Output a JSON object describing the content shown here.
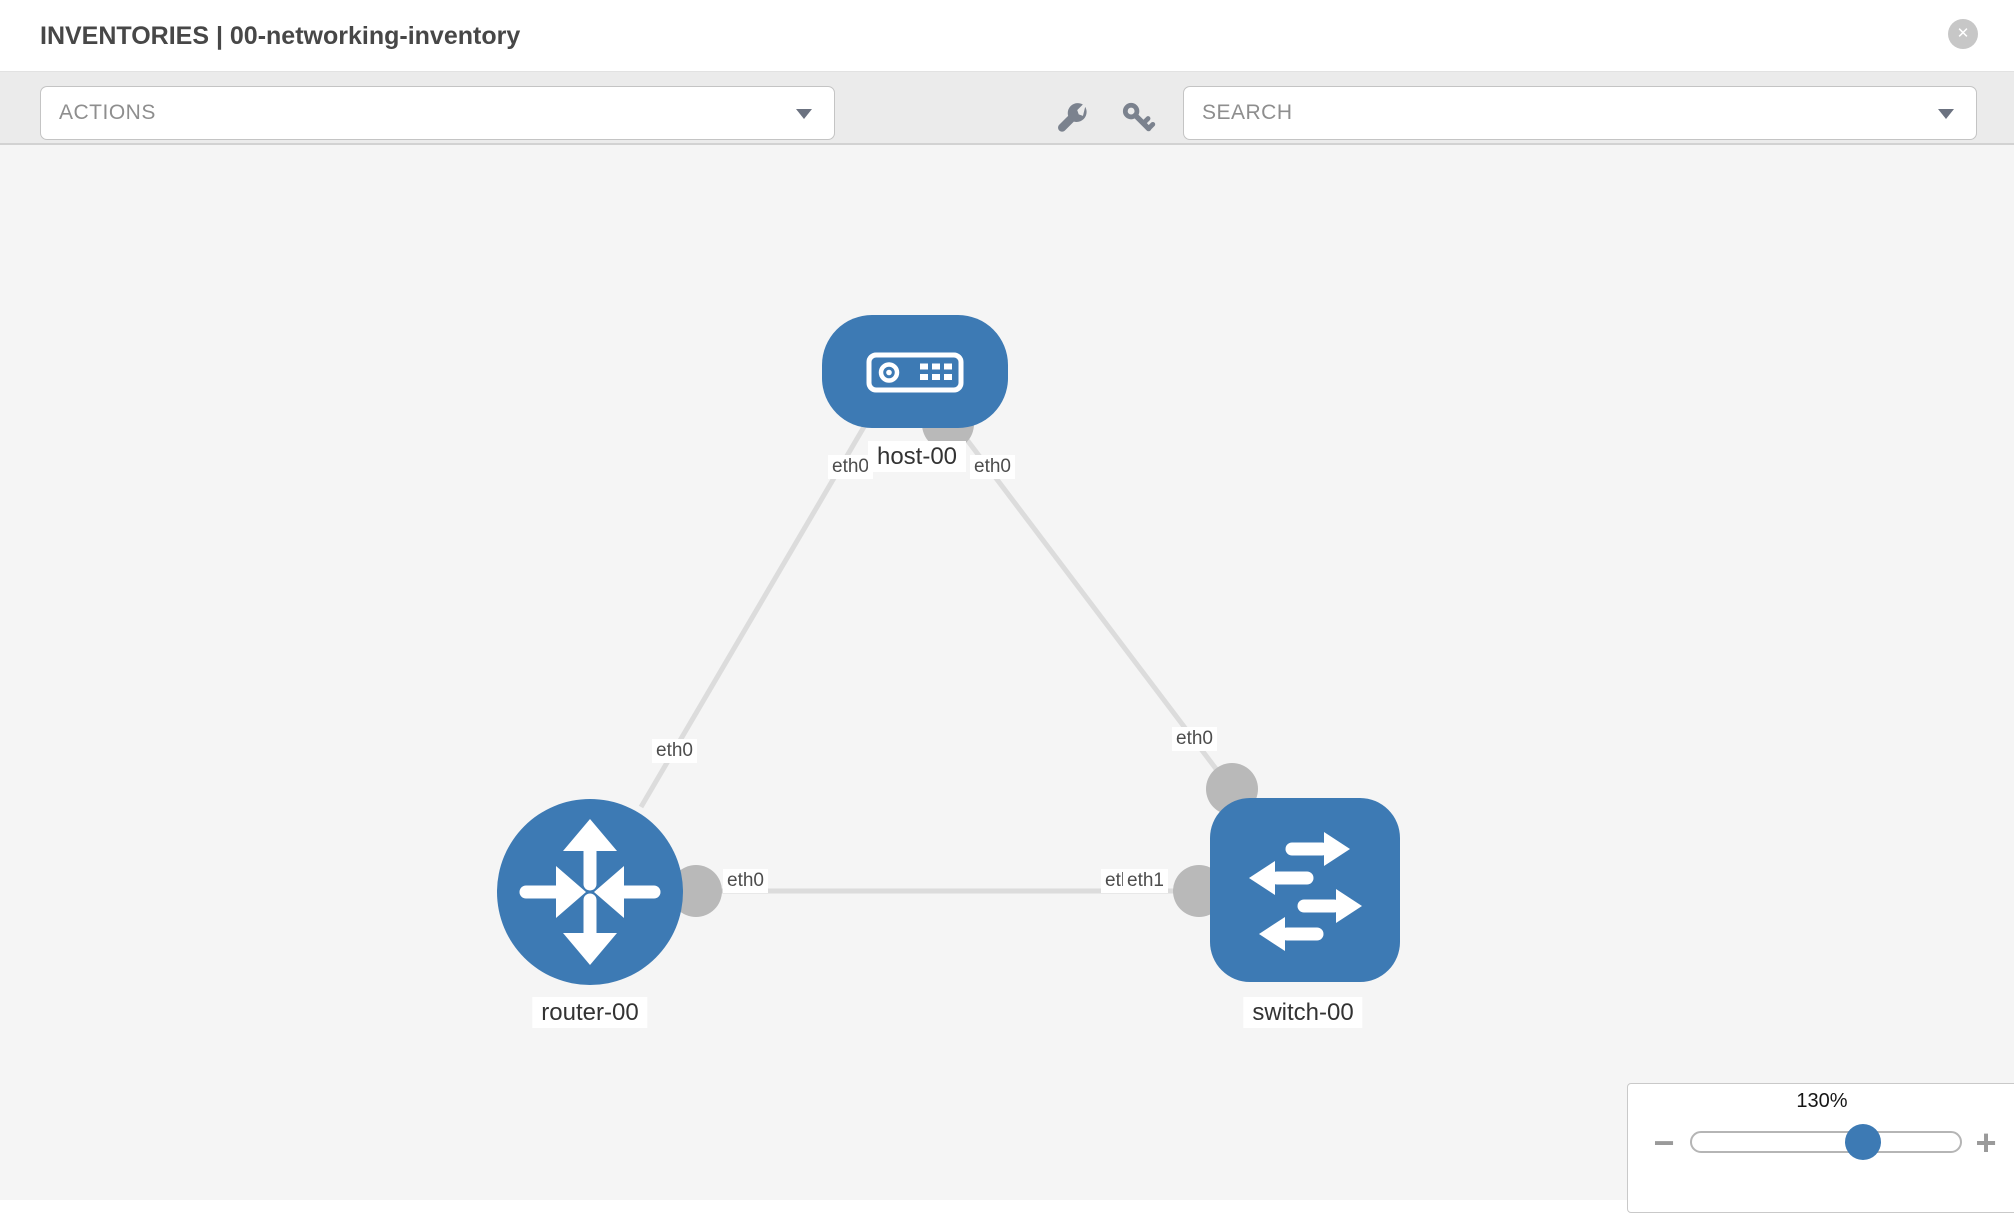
{
  "header": {
    "title": "INVENTORIES | 00-networking-inventory"
  },
  "toolbar": {
    "actions_dropdown": {
      "label": "ACTIONS"
    },
    "search_dropdown": {
      "placeholder": "SEARCH"
    }
  },
  "icons": {
    "close": "✕",
    "wrench": "wrench-icon",
    "key": "key-icon",
    "caret": "chevron-down",
    "minus": "−",
    "plus": "+"
  },
  "topology": {
    "nodes": [
      {
        "name": "host-00",
        "type": "host"
      },
      {
        "name": "router-00",
        "type": "router"
      },
      {
        "name": "switch-00",
        "type": "switch"
      }
    ],
    "links": [
      {
        "source": "host-00",
        "source_interface": "eth0",
        "target": "router-00",
        "target_interface": "eth0"
      },
      {
        "source": "host-00",
        "source_interface": "eth0",
        "target": "switch-00",
        "target_interface": "eth0"
      },
      {
        "source": "router-00",
        "source_interface": "eth0",
        "target": "switch-00",
        "target_interface": "eth1"
      }
    ]
  },
  "zoom_control": {
    "value": "130%",
    "minus": "−",
    "plus": "+"
  },
  "colors": {
    "node_blue": "#3d7ab4",
    "link_gray": "#dcdcdc",
    "dot_gray": "#b9b9b9",
    "toolbar_bg": "#ebebeb",
    "canvas_bg": "#f5f5f5",
    "icon_gray": "#7b828e",
    "title_text": "#474747",
    "label_text": "#4d4d4d"
  }
}
